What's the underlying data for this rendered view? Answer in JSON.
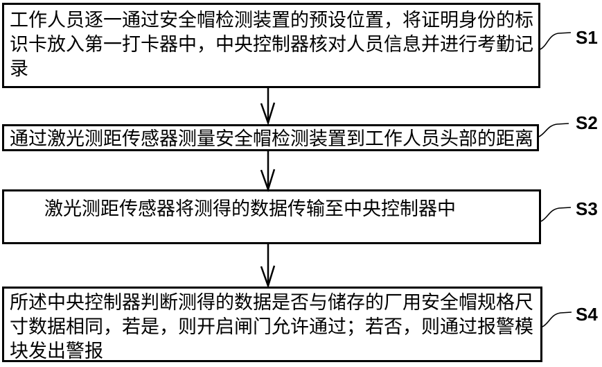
{
  "figure": {
    "type": "flowchart",
    "colors": {
      "background": "#ffffff",
      "line": "#000000",
      "text": "#000000"
    },
    "steps": [
      {
        "id": "S1",
        "text": "工作人员逐一通过安全帽检测装置的预设位置，将证明身份的标识卡放入第一打卡器中，中央控制器核对人员信息并进行考勤记录"
      },
      {
        "id": "S2",
        "text": "通过激光测距传感器测量安全帽检测装置到工作人员头部的距离"
      },
      {
        "id": "S3",
        "text": "激光测距传感器将测得的数据传输至中央控制器中"
      },
      {
        "id": "S4",
        "text": "所述中央控制器判断测得的数据是否与储存的厂用安全帽规格尺寸数据相同，若是，则开启闸门允许通过；若否，则通过报警模块发出警报"
      }
    ]
  }
}
